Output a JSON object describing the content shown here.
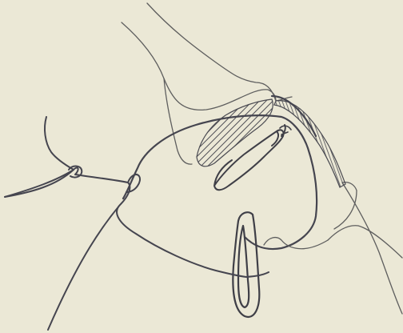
{
  "figure": {
    "kind": "surgical line drawing",
    "colors": {
      "paper": "#ebe8d6",
      "thin_outline": "#5e5e5e",
      "thread": "#45454f",
      "hatch": "#4b4b52"
    },
    "parts": [
      "upper-wound-edge",
      "lower-wound-edge",
      "organ-sac",
      "hatched-band",
      "hatched-cut-surface",
      "folded-flap",
      "suture-loop",
      "suture-thread",
      "retractor-hook"
    ]
  }
}
